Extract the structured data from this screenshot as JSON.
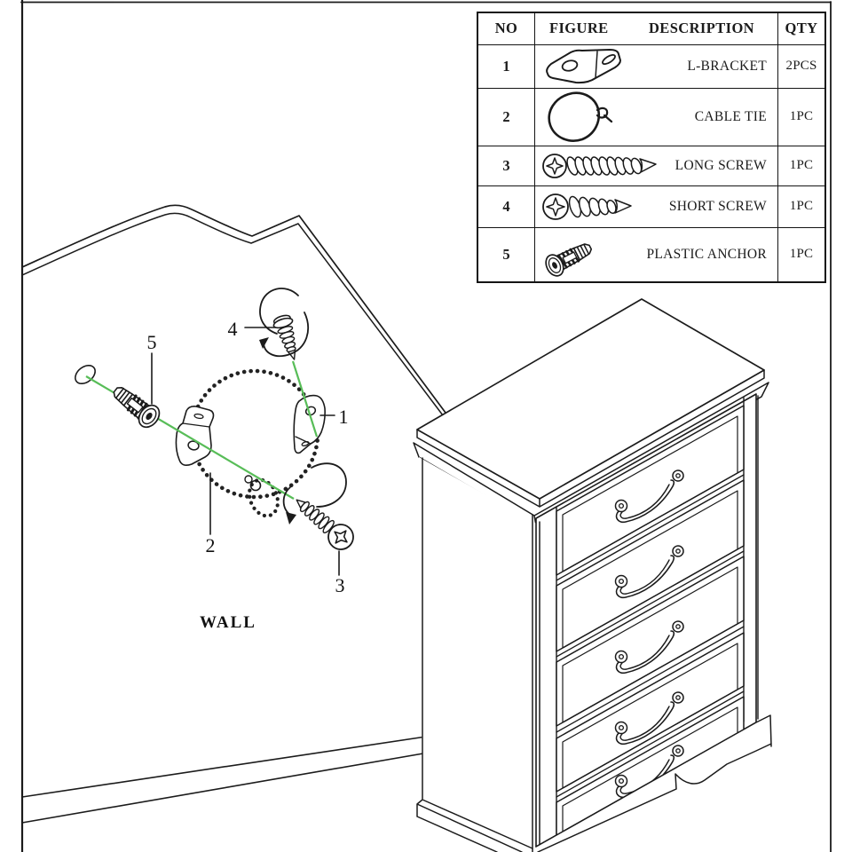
{
  "parts_table": {
    "headers": {
      "no": "NO",
      "figure": "FIGURE",
      "description": "DESCRIPTION",
      "qty": "QTY"
    },
    "rows": [
      {
        "no": "1",
        "figure_icon": "l-bracket-icon",
        "description": "L-BRACKET",
        "qty": "2PCS"
      },
      {
        "no": "2",
        "figure_icon": "cable-tie-icon",
        "description": "CABLE TIE",
        "qty": "1PC"
      },
      {
        "no": "3",
        "figure_icon": "long-screw-icon",
        "description": "LONG SCREW",
        "qty": "1PC"
      },
      {
        "no": "4",
        "figure_icon": "short-screw-icon",
        "description": "SHORT SCREW",
        "qty": "1PC"
      },
      {
        "no": "5",
        "figure_icon": "plastic-anchor-icon",
        "description": "PLASTIC ANCHOR",
        "qty": "1PC"
      }
    ]
  },
  "wall_diagram": {
    "wall_label": "WALL",
    "callout_1": "1",
    "callout_2": "2",
    "callout_3": "3",
    "callout_4": "4",
    "callout_5": "5"
  },
  "colors": {
    "ink": "#1b1b1b",
    "alignment_green": "#58bd58",
    "background": "#ffffff"
  }
}
